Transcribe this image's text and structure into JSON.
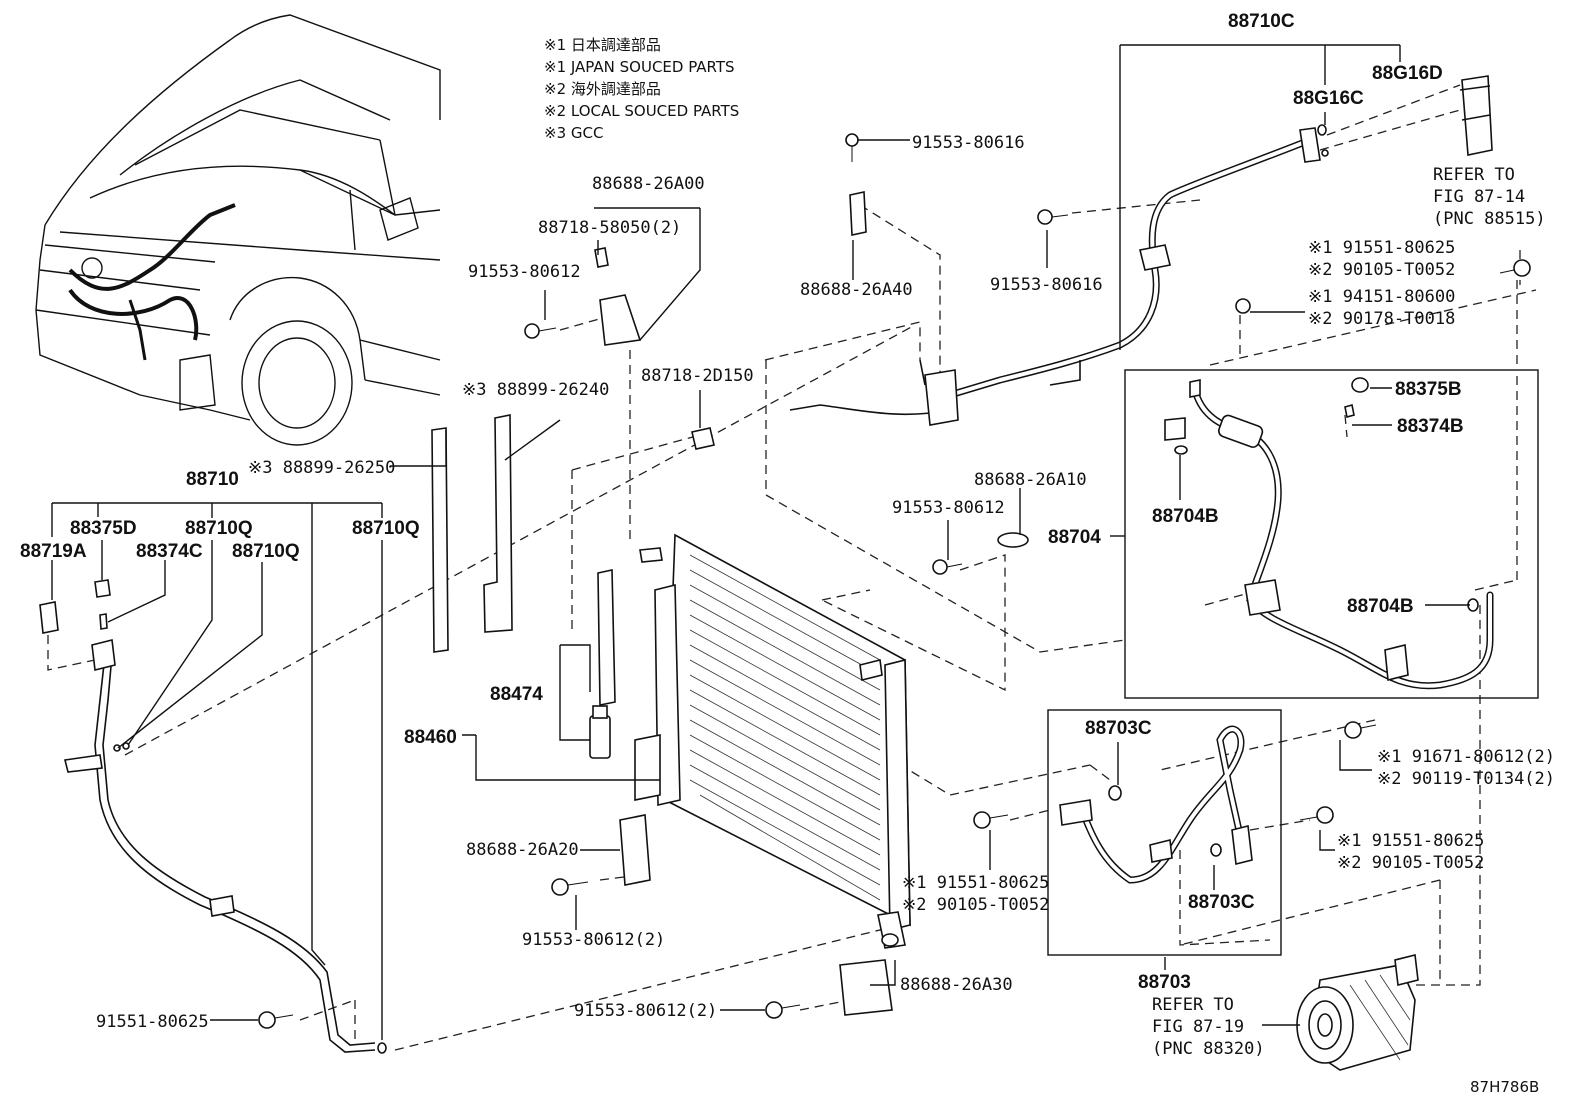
{
  "notes": [
    "※1 日本調達部品",
    "※1 JAPAN SOUCED PARTS",
    "※2 海外調達部品",
    "※2 LOCAL SOUCED PARTS",
    "※3 GCC"
  ],
  "labels": {
    "p88710C": "88710C",
    "p88G16C": "88G16C",
    "p88G16D": "88G16D",
    "refer1_a": "REFER TO",
    "refer1_b": "FIG 87-14",
    "refer1_c": "(PNC 88515)",
    "p91553_80616_top": "91553-80616",
    "p91553_80616_mid": "91553-80616",
    "p88688_26A40": "88688-26A40",
    "p88688_26A00": "88688-26A00",
    "p88718_58050": "88718-58050(2)",
    "p91553_80612_a": "91553-80612",
    "p88718_2D150": "88718-2D150",
    "p88899_26240": "※3 88899-26240",
    "p88899_26250": "※3 88899-26250",
    "p88710": "88710",
    "p88375D": "88375D",
    "p88710Q_a": "88710Q",
    "p88710Q_b": "88710Q",
    "p88710Q_c": "88710Q",
    "p88719A": "88719A",
    "p88374C": "88374C",
    "r1_91551_80625": "※1 91551-80625",
    "r2_90105_T0052": "※2 90105-T0052",
    "r1_94151_80600": "※1 94151-80600",
    "r2_90178_T0018": "※2 90178-T0018",
    "p88375B": "88375B",
    "p88374B": "88374B",
    "p88704B_a": "88704B",
    "p88704": "88704",
    "p88704B_b": "88704B",
    "p88688_26A10": "88688-26A10",
    "p91553_80612_b": "91553-80612",
    "p88474": "88474",
    "p88460": "88460",
    "r1_91671_80612": "※1 91671-80612(2)",
    "r2_90119_T0134": "※2 90119-T0134(2)",
    "p88703C_a": "88703C",
    "p88703C_b": "88703C",
    "p88688_26A20": "88688-26A20",
    "p91553_80612_2a": "91553-80612(2)",
    "r1_91551_80625_b": "※1 91551-80625",
    "r2_90105_T0052_b": "※2 90105-T0052",
    "r1_91551_80625_c": "※1 91551-80625",
    "r2_90105_T0052_c": "※2 90105-T0052",
    "p88703": "88703",
    "refer2_a": "REFER TO",
    "refer2_b": "FIG 87-19",
    "refer2_c": "(PNC 88320)",
    "p88688_26A30": "88688-26A30",
    "p91553_80612_2b": "91553-80612(2)",
    "p91551_80625_bl": "91551-80625",
    "code": "87H786B"
  }
}
